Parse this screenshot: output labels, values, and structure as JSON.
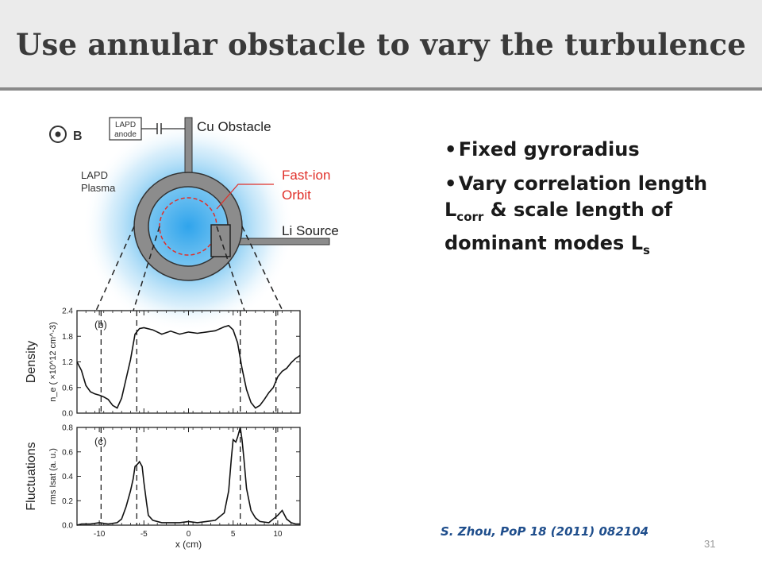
{
  "slide": {
    "title": "Use annular obstacle to vary the turbulence",
    "page_number": "31",
    "citation": "S. Zhou, PoP 18 (2011) 082104",
    "accent_color": "#1f4e8c"
  },
  "bullets": [
    {
      "text": "Fixed gyroradius"
    },
    {
      "parts": [
        "Vary correlation length L",
        "corr",
        " & scale length of dominant modes L",
        "s"
      ]
    }
  ],
  "diagram": {
    "b_field_label": "B",
    "anode_label_line1": "LAPD",
    "anode_label_line2": "anode",
    "obstacle_label": "Cu Obstacle",
    "plasma_label_line1": "LAPD",
    "plasma_label_line2": "Plasma",
    "orbit_label_line1": "Fast-ion",
    "orbit_label_line2": "Orbit",
    "source_label": "Li Source",
    "orbit_color": "#e0302a",
    "plasma_color": "#39a9e6",
    "obstacle_color": "#8c8c8c"
  },
  "chart_data": [
    {
      "type": "line",
      "panel_label": "(b)",
      "side_label": "Density",
      "ylabel": "n_e ( ×10^12 cm^-3)",
      "ylim": [
        0.0,
        2.4
      ],
      "yticks": [
        "0.0",
        "0.6",
        "1.2",
        "1.8",
        "2.4"
      ],
      "xlim": [
        -12.5,
        12.5
      ],
      "series": [
        {
          "x": [
            -12.5,
            -12,
            -11.5,
            -11,
            -10.5,
            -10,
            -9.5,
            -9,
            -8.5,
            -8,
            -7.5,
            -7,
            -6.5,
            -6,
            -5.5,
            -5,
            -4,
            -3,
            -2,
            -1,
            0,
            1,
            2,
            3,
            4,
            4.5,
            5,
            5.5,
            6,
            6.5,
            7,
            7.5,
            8,
            8.5,
            9,
            9.5,
            10,
            10.5,
            11,
            11.5,
            12,
            12.5
          ],
          "y": [
            1.2,
            1.0,
            0.65,
            0.5,
            0.45,
            0.42,
            0.38,
            0.32,
            0.18,
            0.12,
            0.35,
            0.8,
            1.25,
            1.85,
            1.98,
            2.0,
            1.95,
            1.85,
            1.92,
            1.85,
            1.9,
            1.87,
            1.9,
            1.93,
            2.02,
            2.05,
            1.95,
            1.65,
            1.05,
            0.55,
            0.25,
            0.12,
            0.18,
            0.32,
            0.48,
            0.6,
            0.85,
            0.98,
            1.05,
            1.18,
            1.28,
            1.35
          ]
        }
      ]
    },
    {
      "type": "line",
      "panel_label": "(c)",
      "side_label": "Fluctuations",
      "ylabel": "rms Isat (a. u.)",
      "ylim": [
        0.0,
        0.8
      ],
      "yticks": [
        "0.0",
        "0.2",
        "0.4",
        "0.6",
        "0.8"
      ],
      "xlim": [
        -12.5,
        12.5
      ],
      "xlabel": "x (cm)",
      "xticks": [
        "-10",
        "-5",
        "0",
        "5",
        "10"
      ],
      "series": [
        {
          "x": [
            -12.5,
            -12,
            -11,
            -10,
            -9,
            -8,
            -7.5,
            -7,
            -6.5,
            -6.2,
            -6,
            -5.7,
            -5.5,
            -5.2,
            -5,
            -4.7,
            -4.5,
            -4,
            -3,
            -2,
            -1,
            0,
            1,
            2,
            3,
            4,
            4.5,
            4.8,
            5,
            5.3,
            5.5,
            5.8,
            6,
            6.2,
            6.5,
            7,
            7.5,
            8,
            9,
            10,
            10.5,
            11,
            11.5,
            12,
            12.5
          ],
          "y": [
            0.0,
            0.01,
            0.01,
            0.02,
            0.01,
            0.02,
            0.05,
            0.15,
            0.28,
            0.38,
            0.48,
            0.5,
            0.52,
            0.48,
            0.35,
            0.18,
            0.08,
            0.04,
            0.02,
            0.02,
            0.02,
            0.03,
            0.02,
            0.03,
            0.04,
            0.1,
            0.28,
            0.55,
            0.7,
            0.68,
            0.72,
            0.8,
            0.7,
            0.55,
            0.3,
            0.12,
            0.06,
            0.03,
            0.02,
            0.08,
            0.12,
            0.05,
            0.02,
            0.01,
            0.01
          ]
        }
      ]
    }
  ]
}
